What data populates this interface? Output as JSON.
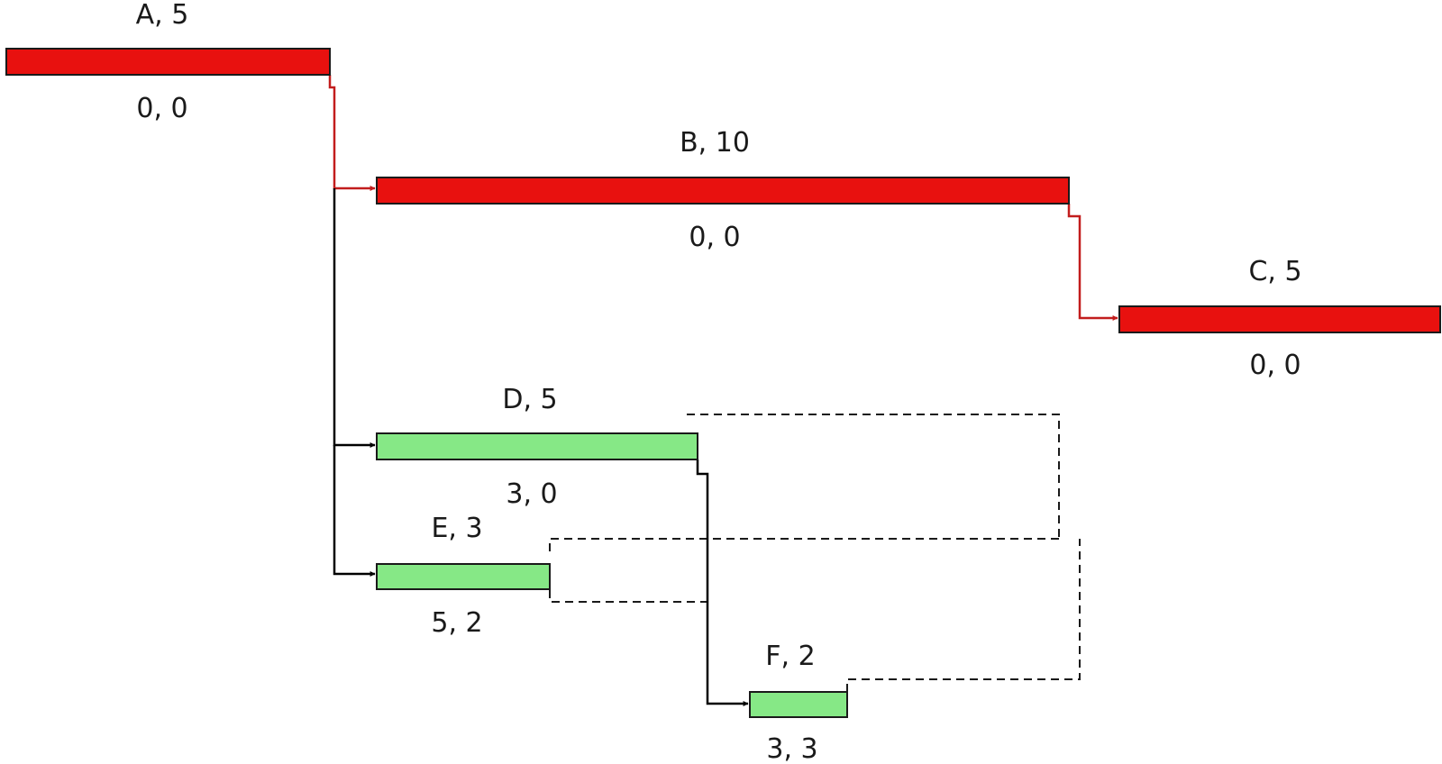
{
  "colors": {
    "critical": "#e8110f",
    "noncritical": "#86e886",
    "critical_link": "#c21d1d",
    "link": "#000000",
    "outline": "#1a1a1a"
  },
  "tasks": [
    {
      "id": "A",
      "top_label": "A, 5",
      "bottom_label": "0, 0",
      "critical": true
    },
    {
      "id": "B",
      "top_label": "B, 10",
      "bottom_label": "0, 0",
      "critical": true
    },
    {
      "id": "C",
      "top_label": "C, 5",
      "bottom_label": "0, 0",
      "critical": true
    },
    {
      "id": "D",
      "top_label": "D, 5",
      "bottom_label": "3, 0",
      "critical": false
    },
    {
      "id": "E",
      "top_label": "E, 3",
      "bottom_label": "5, 2",
      "critical": false
    },
    {
      "id": "F",
      "top_label": "F, 2",
      "bottom_label": "3, 3",
      "critical": false
    }
  ],
  "dependencies": [
    {
      "from": "A",
      "to": "B",
      "critical": true
    },
    {
      "from": "A",
      "to": "D",
      "critical": false
    },
    {
      "from": "A",
      "to": "E",
      "critical": false
    },
    {
      "from": "B",
      "to": "C",
      "critical": true
    },
    {
      "from": "D",
      "to": "F",
      "critical": false
    }
  ],
  "slack_links": [
    {
      "from": "D",
      "to": "C"
    },
    {
      "from": "E",
      "to": "C"
    },
    {
      "from": "E",
      "to": "F"
    },
    {
      "from": "F",
      "to": "C"
    }
  ]
}
